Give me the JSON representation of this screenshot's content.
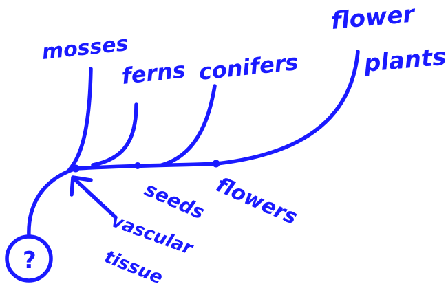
{
  "diagram": {
    "ink_color": "#1a1aff",
    "groups": {
      "mosses": "mosses",
      "ferns": "ferns",
      "conifers": "conifers",
      "flowering_line1": "flower",
      "flowering_line2": "plants"
    },
    "traits": {
      "vascular_line1": "vascular",
      "vascular_line2": "tissue",
      "seeds": "seeds",
      "flowers": "flowers"
    },
    "ancestor": "?"
  }
}
